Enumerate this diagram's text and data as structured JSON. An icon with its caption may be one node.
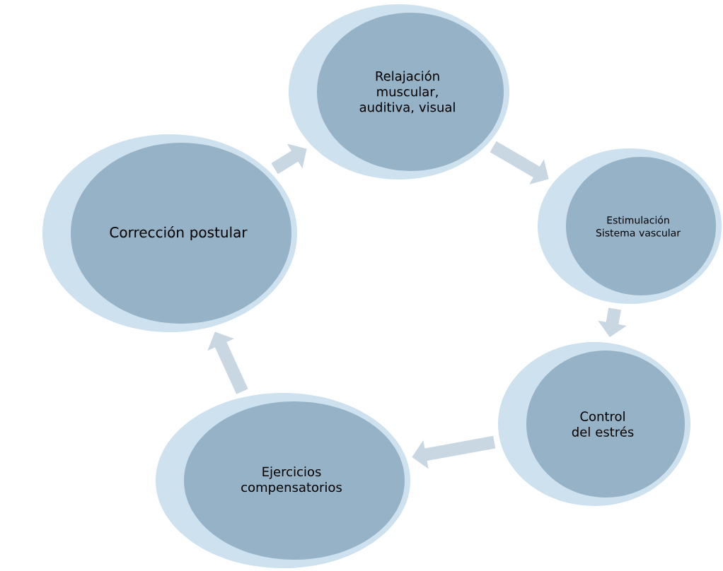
{
  "diagram": {
    "nodes": [
      {
        "text": [
          "Relajación muscular, auditiva, visual"
        ]
      },
      {
        "text": [
          "Estimulación Sistema vascular"
        ]
      },
      {
        "text": [
          "Control del estrés"
        ]
      },
      {
        "text": [
          "Ejercicios compensatorios"
        ]
      },
      {
        "text": [
          "Corrección postular"
        ]
      }
    ],
    "edges": [
      {
        "from": 0,
        "to": 1,
        "arrow": "to"
      },
      {
        "from": 1,
        "to": 2,
        "arrow": "to"
      },
      {
        "from": 2,
        "to": 3,
        "arrow": "to"
      },
      {
        "from": 3,
        "to": 4,
        "arrow": "to"
      },
      {
        "from": 4,
        "to": 0,
        "arrow": "to"
      }
    ]
  }
}
